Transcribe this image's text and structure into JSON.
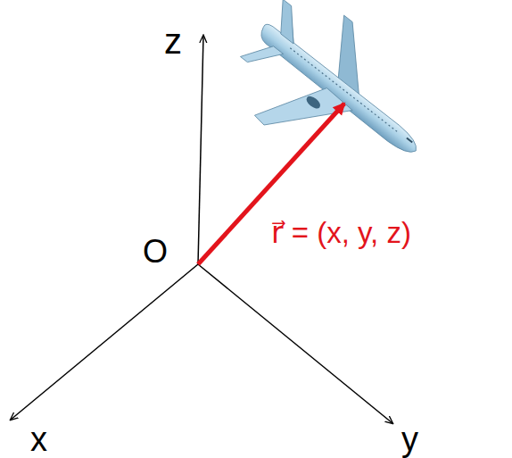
{
  "diagram": {
    "labels": [
      "z",
      "O",
      "x",
      "y",
      "r⃗ = (x, y, z)"
    ]
  }
}
